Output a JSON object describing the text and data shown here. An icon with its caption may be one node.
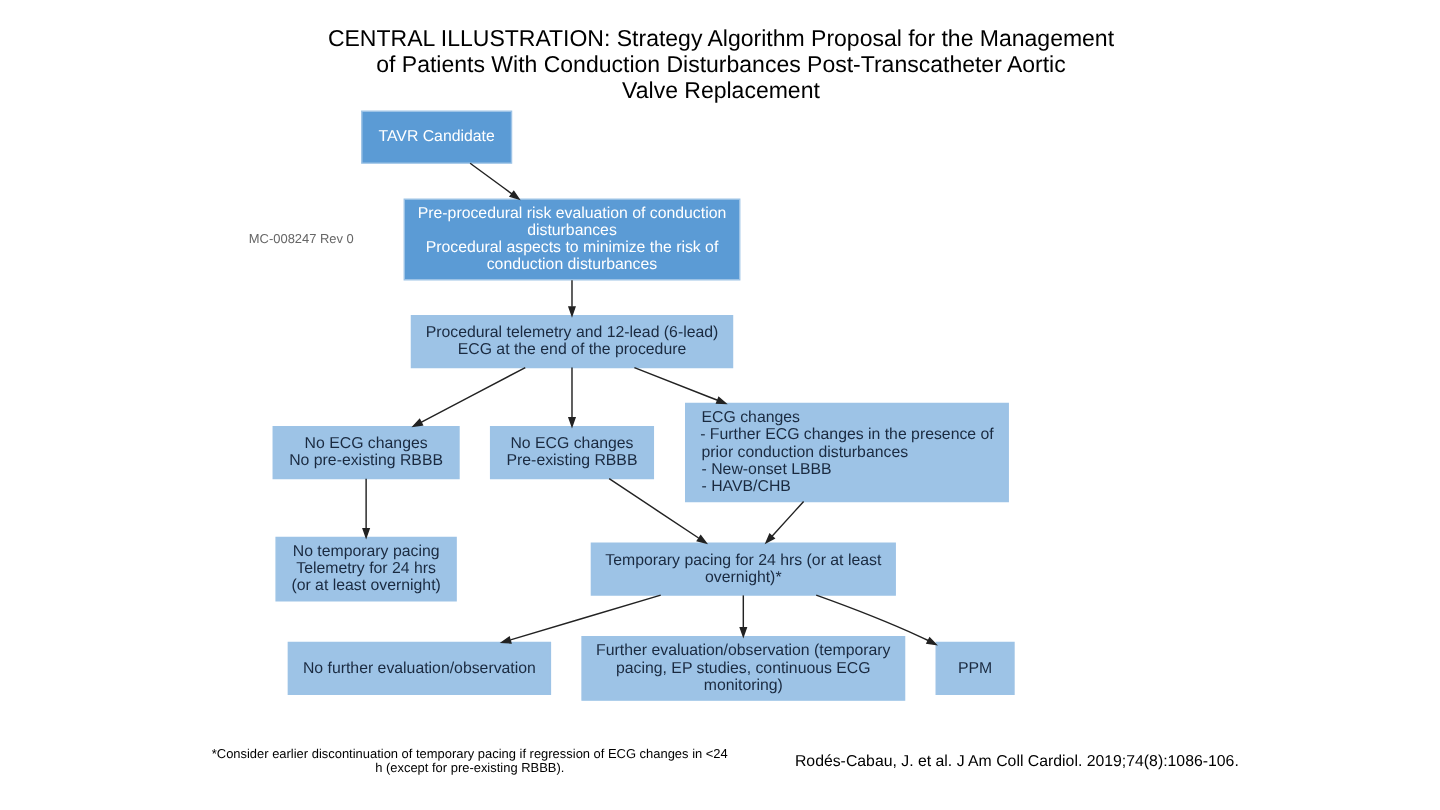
{
  "diagram": {
    "title": "CENTRAL ILLUSTRATION: Strategy Algorithm Proposal for the Management of Patients With Conduction Disturbances Post-Transcatheter Aortic Valve Replacement",
    "caption": "Rodés-Cabau, J. et al. J Am Coll Cardiol. 2019;74(8):1086-106.",
    "nodes": [
      {
        "text": [
          "TAVR Candidate"
        ]
      },
      {
        "text": [
          "Pre-procedural risk evaluation of conduction disturbances",
          "Procedural aspects to minimize the risk of conduction disturbances"
        ]
      },
      {
        "text": [
          "Procedural telemetry and 12-lead (6-lead) ECG at the end of the procedure"
        ]
      },
      {
        "text": [
          "No ECG changes",
          "No pre-existing RBBB"
        ]
      },
      {
        "text": [
          "No ECG changes",
          "Pre-existing RBBB"
        ]
      },
      {
        "text": [
          "ECG changes",
          "- Further ECG changes in the presence of prior conduction disturbances",
          "- New-onset LBBB",
          "- HAVB/CHB"
        ]
      },
      {
        "text": [
          "No temporary pacing",
          "Telemetry for 24 hrs",
          "(or at least overnight)"
        ]
      },
      {
        "text": [
          "Temporary pacing for 24 hrs (or at least overnight)*"
        ]
      },
      {
        "text": [
          "No further evaluation/observation"
        ]
      },
      {
        "text": [
          "Further evaluation/observation (temporary pacing, EP studies, continuous ECG monitoring)"
        ]
      },
      {
        "text": [
          "PPM"
        ]
      }
    ],
    "edges": [
      {
        "from": 0,
        "to": 1,
        "arrow": "to"
      },
      {
        "from": 1,
        "to": 2,
        "arrow": "to"
      },
      {
        "from": 2,
        "to": 3,
        "arrow": "to"
      },
      {
        "from": 2,
        "to": 4,
        "arrow": "to"
      },
      {
        "from": 2,
        "to": 5,
        "arrow": "to"
      },
      {
        "from": 3,
        "to": 6,
        "arrow": "to"
      },
      {
        "from": 4,
        "to": 7,
        "arrow": "to"
      },
      {
        "from": 5,
        "to": 7,
        "arrow": "to"
      },
      {
        "from": 7,
        "to": 8,
        "arrow": "to"
      },
      {
        "from": 7,
        "to": 9,
        "arrow": "to"
      },
      {
        "from": 7,
        "to": 10,
        "arrow": "to"
      }
    ],
    "labels": [
      "MC-008247 Rev 0",
      "*Consider earlier discontinuation of temporary pacing if regression of ECG changes in <24 h (except for pre-existing RBBB)."
    ]
  }
}
